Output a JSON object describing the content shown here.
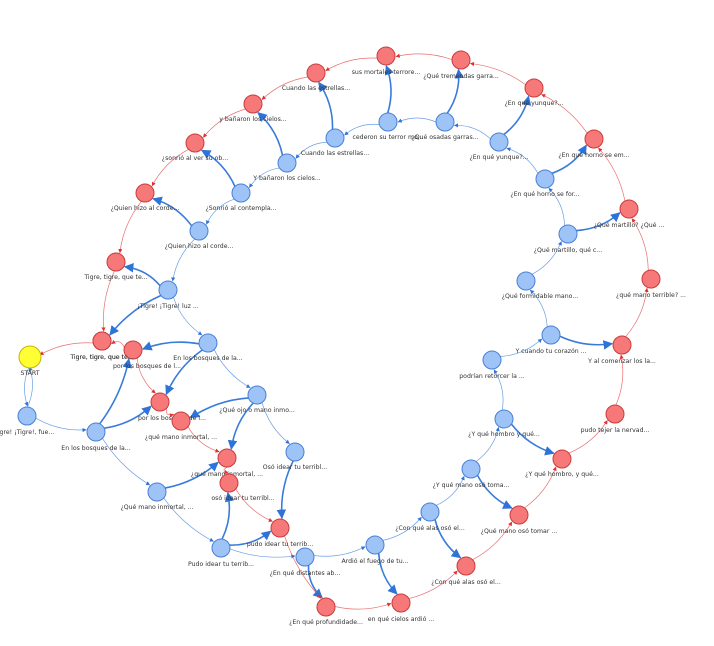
{
  "colors": {
    "blue_fill": "#9ec3f7",
    "blue_stroke": "#4a7fd6",
    "red_fill": "#f77878",
    "red_stroke": "#c83c3c",
    "start_fill": "#ffff33",
    "start_stroke": "#c8b400",
    "blue_edge": "#2e74d8",
    "red_edge": "#e03030"
  },
  "nodes": [
    {
      "id": "start",
      "type": "start",
      "label": "START"
    },
    {
      "id": "b01",
      "type": "blue",
      "label": "¡Tigre! ¡Tigre!, fue..."
    },
    {
      "id": "b02",
      "type": "blue",
      "label": "En los bosques de la..."
    },
    {
      "id": "b03",
      "type": "blue",
      "label": "¿Qué mano inmortal, ..."
    },
    {
      "id": "b04",
      "type": "blue",
      "label": "Pudo idear tu terrib..."
    },
    {
      "id": "b05",
      "type": "blue",
      "label": "¿En qué distantes ab..."
    },
    {
      "id": "b06",
      "type": "blue",
      "label": "Ardió el fuego de tu..."
    },
    {
      "id": "b07",
      "type": "blue",
      "label": "¿Con qué alas osó el..."
    },
    {
      "id": "b08",
      "type": "blue",
      "label": "¿Y qué mano osó toma..."
    },
    {
      "id": "b09",
      "type": "blue",
      "label": "¿Y qué hombro y qué..."
    },
    {
      "id": "b10",
      "type": "blue",
      "label": "podrían retorcer la ..."
    },
    {
      "id": "b11",
      "type": "blue",
      "label": "Y cuando tu corazón ..."
    },
    {
      "id": "b12",
      "type": "blue",
      "label": "¿Qué formidable mano..."
    },
    {
      "id": "b13",
      "type": "blue",
      "label": "¿Qué martillo, qué c..."
    },
    {
      "id": "b14",
      "type": "blue",
      "label": "¿En qué horno se for..."
    },
    {
      "id": "b15",
      "type": "blue",
      "label": "¿En qué yunque?..."
    },
    {
      "id": "b16",
      "type": "blue",
      "label": "¿Qué osadas garras..."
    },
    {
      "id": "b17",
      "type": "blue",
      "label": "cederon su terror mo..."
    },
    {
      "id": "b18",
      "type": "blue",
      "label": "Cuando las estrellas..."
    },
    {
      "id": "b19",
      "type": "blue",
      "label": "Y bañaron los cielos..."
    },
    {
      "id": "b20",
      "type": "blue",
      "label": "¿Sonrió al contempla..."
    },
    {
      "id": "b21",
      "type": "blue",
      "label": "¿Quien hizo al corde..."
    },
    {
      "id": "b22",
      "type": "blue",
      "label": "¡Tigre! ¡Tigre! luz ..."
    },
    {
      "id": "b23",
      "type": "blue",
      "label": "En los bosques de la..."
    },
    {
      "id": "b24",
      "type": "blue",
      "label": "¿Qué ojo o mano inmo..."
    },
    {
      "id": "b25",
      "type": "blue",
      "label": "Osó idear tu terribl..."
    },
    {
      "id": "r01",
      "type": "red",
      "label": "Tigre, tigre, que te..."
    },
    {
      "id": "r02",
      "type": "red",
      "label": "por los bosques de l..."
    },
    {
      "id": "r03",
      "type": "red",
      "label": "por los bosques de l..."
    },
    {
      "id": "r04",
      "type": "red",
      "label": "¿qué mano inmortal, ..."
    },
    {
      "id": "r05",
      "type": "red",
      "label": "¿qué mano inmortal, ..."
    },
    {
      "id": "r06",
      "type": "red",
      "label": "osó idear tu terribl..."
    },
    {
      "id": "r07",
      "type": "red",
      "label": "pudo idear tu terrib..."
    },
    {
      "id": "r08",
      "type": "red",
      "label": "¿En qué profundidade..."
    },
    {
      "id": "r09",
      "type": "red",
      "label": "en qué cielos ardió ..."
    },
    {
      "id": "r10",
      "type": "red",
      "label": "¿Con qué alas osó el..."
    },
    {
      "id": "r11",
      "type": "red",
      "label": "¿Qué mano osó tomar ..."
    },
    {
      "id": "r12",
      "type": "red",
      "label": "¿Y qué hombro, y qué..."
    },
    {
      "id": "r13",
      "type": "red",
      "label": "pudo tejer la nervad..."
    },
    {
      "id": "r14",
      "type": "red",
      "label": "Y al comenzar los la..."
    },
    {
      "id": "r15",
      "type": "red",
      "label": "¿qué mano terrible? ..."
    },
    {
      "id": "r16",
      "type": "red",
      "label": "¿Qué martillo? ¿Qué ..."
    },
    {
      "id": "r17",
      "type": "red",
      "label": "¿En qué horno se em..."
    },
    {
      "id": "r18",
      "type": "red",
      "label": "¿En qué yunque?..."
    },
    {
      "id": "r19",
      "type": "red",
      "label": "¿Qué tremendas garra..."
    },
    {
      "id": "r20",
      "type": "red",
      "label": "sus mortales terrore..."
    },
    {
      "id": "r21",
      "type": "red",
      "label": "Cuando las estrellas..."
    },
    {
      "id": "r22",
      "type": "red",
      "label": "y bañaron los cielos..."
    },
    {
      "id": "r23",
      "type": "red",
      "label": "¿sonrió al ver su ob..."
    },
    {
      "id": "r24",
      "type": "red",
      "label": "¿Quien hizo al corde..."
    },
    {
      "id": "r25",
      "type": "red",
      "label": "Tigre, tigre, que te..."
    },
    {
      "id": "r26",
      "type": "red",
      "label": "Tigre, tigre, que te..."
    }
  ],
  "edges": [
    {
      "from": "start",
      "to": "b01",
      "color": "blue",
      "weight": 1
    },
    {
      "from": "b01",
      "to": "start",
      "color": "blue",
      "weight": 1
    },
    {
      "from": "b01",
      "to": "b02",
      "color": "blue",
      "weight": 1
    },
    {
      "from": "b02",
      "to": "b03",
      "color": "blue",
      "weight": 1
    },
    {
      "from": "b03",
      "to": "b04",
      "color": "blue",
      "weight": 1
    },
    {
      "from": "b04",
      "to": "b05",
      "color": "blue",
      "weight": 1
    },
    {
      "from": "b05",
      "to": "b06",
      "color": "blue",
      "weight": 1
    },
    {
      "from": "b06",
      "to": "b07",
      "color": "blue",
      "weight": 1
    },
    {
      "from": "b07",
      "to": "b08",
      "color": "blue",
      "weight": 1
    },
    {
      "from": "b08",
      "to": "b09",
      "color": "blue",
      "weight": 1
    },
    {
      "from": "b09",
      "to": "b10",
      "color": "blue",
      "weight": 1
    },
    {
      "from": "b10",
      "to": "b11",
      "color": "blue",
      "weight": 1
    },
    {
      "from": "b11",
      "to": "b12",
      "color": "blue",
      "weight": 1
    },
    {
      "from": "b12",
      "to": "b13",
      "color": "blue",
      "weight": 1
    },
    {
      "from": "b13",
      "to": "b14",
      "color": "blue",
      "weight": 1
    },
    {
      "from": "b14",
      "to": "b15",
      "color": "blue",
      "weight": 1
    },
    {
      "from": "b15",
      "to": "b16",
      "color": "blue",
      "weight": 1
    },
    {
      "from": "b16",
      "to": "b17",
      "color": "blue",
      "weight": 1
    },
    {
      "from": "b17",
      "to": "b18",
      "color": "blue",
      "weight": 1
    },
    {
      "from": "b18",
      "to": "b19",
      "color": "blue",
      "weight": 1
    },
    {
      "from": "b19",
      "to": "b20",
      "color": "blue",
      "weight": 1
    },
    {
      "from": "b20",
      "to": "b21",
      "color": "blue",
      "weight": 1
    },
    {
      "from": "b21",
      "to": "b22",
      "color": "blue",
      "weight": 1
    },
    {
      "from": "b22",
      "to": "b23",
      "color": "blue",
      "weight": 1
    },
    {
      "from": "b23",
      "to": "b24",
      "color": "blue",
      "weight": 1
    },
    {
      "from": "b24",
      "to": "b25",
      "color": "blue",
      "weight": 1
    },
    {
      "from": "b25",
      "to": "r07",
      "color": "blue",
      "weight": 2
    },
    {
      "from": "b02",
      "to": "r03",
      "color": "blue",
      "weight": 2
    },
    {
      "from": "b02",
      "to": "r02",
      "color": "blue",
      "weight": 2
    },
    {
      "from": "b03",
      "to": "r05",
      "color": "blue",
      "weight": 2
    },
    {
      "from": "b04",
      "to": "r07",
      "color": "blue",
      "weight": 2
    },
    {
      "from": "b04",
      "to": "r06",
      "color": "blue",
      "weight": 2
    },
    {
      "from": "b05",
      "to": "r08",
      "color": "blue",
      "weight": 2
    },
    {
      "from": "b06",
      "to": "r09",
      "color": "blue",
      "weight": 2
    },
    {
      "from": "b07",
      "to": "r10",
      "color": "blue",
      "weight": 2
    },
    {
      "from": "b08",
      "to": "r11",
      "color": "blue",
      "weight": 2
    },
    {
      "from": "b09",
      "to": "r12",
      "color": "blue",
      "weight": 2
    },
    {
      "from": "b11",
      "to": "r14",
      "color": "blue",
      "weight": 2
    },
    {
      "from": "b13",
      "to": "r16",
      "color": "blue",
      "weight": 2
    },
    {
      "from": "b14",
      "to": "r17",
      "color": "blue",
      "weight": 2
    },
    {
      "from": "b15",
      "to": "r18",
      "color": "blue",
      "weight": 2
    },
    {
      "from": "b16",
      "to": "r19",
      "color": "blue",
      "weight": 2
    },
    {
      "from": "b17",
      "to": "r20",
      "color": "blue",
      "weight": 2
    },
    {
      "from": "b18",
      "to": "r21",
      "color": "blue",
      "weight": 2
    },
    {
      "from": "b19",
      "to": "r22",
      "color": "blue",
      "weight": 2
    },
    {
      "from": "b20",
      "to": "r23",
      "color": "blue",
      "weight": 2
    },
    {
      "from": "b21",
      "to": "r24",
      "color": "blue",
      "weight": 2
    },
    {
      "from": "b22",
      "to": "r25",
      "color": "blue",
      "weight": 2
    },
    {
      "from": "b22",
      "to": "r26",
      "color": "blue",
      "weight": 2
    },
    {
      "from": "b23",
      "to": "r02",
      "color": "blue",
      "weight": 2
    },
    {
      "from": "b23",
      "to": "r03",
      "color": "blue",
      "weight": 2
    },
    {
      "from": "b24",
      "to": "r04",
      "color": "blue",
      "weight": 2
    },
    {
      "from": "b24",
      "to": "r05",
      "color": "blue",
      "weight": 2
    },
    {
      "from": "r01",
      "to": "start",
      "color": "red",
      "weight": 1
    },
    {
      "from": "r02",
      "to": "r01",
      "color": "red",
      "weight": 1
    },
    {
      "from": "r02",
      "to": "r03",
      "color": "red",
      "weight": 1
    },
    {
      "from": "r03",
      "to": "r04",
      "color": "red",
      "weight": 1
    },
    {
      "from": "r04",
      "to": "r05",
      "color": "red",
      "weight": 1
    },
    {
      "from": "r05",
      "to": "r06",
      "color": "red",
      "weight": 1
    },
    {
      "from": "r06",
      "to": "r07",
      "color": "red",
      "weight": 1
    },
    {
      "from": "r07",
      "to": "r08",
      "color": "red",
      "weight": 1
    },
    {
      "from": "r08",
      "to": "r09",
      "color": "red",
      "weight": 1
    },
    {
      "from": "r09",
      "to": "r10",
      "color": "red",
      "weight": 1
    },
    {
      "from": "r10",
      "to": "r11",
      "color": "red",
      "weight": 1
    },
    {
      "from": "r11",
      "to": "r12",
      "color": "red",
      "weight": 1
    },
    {
      "from": "r12",
      "to": "r13",
      "color": "red",
      "weight": 1
    },
    {
      "from": "r13",
      "to": "r14",
      "color": "red",
      "weight": 1
    },
    {
      "from": "r14",
      "to": "r15",
      "color": "red",
      "weight": 1
    },
    {
      "from": "r15",
      "to": "r16",
      "color": "red",
      "weight": 1
    },
    {
      "from": "r16",
      "to": "r17",
      "color": "red",
      "weight": 1
    },
    {
      "from": "r17",
      "to": "r18",
      "color": "red",
      "weight": 1
    },
    {
      "from": "r18",
      "to": "r19",
      "color": "red",
      "weight": 1
    },
    {
      "from": "r19",
      "to": "r20",
      "color": "red",
      "weight": 1
    },
    {
      "from": "r20",
      "to": "r21",
      "color": "red",
      "weight": 1
    },
    {
      "from": "r21",
      "to": "r22",
      "color": "red",
      "weight": 1
    },
    {
      "from": "r22",
      "to": "r23",
      "color": "red",
      "weight": 1
    },
    {
      "from": "r23",
      "to": "r24",
      "color": "red",
      "weight": 1
    },
    {
      "from": "r24",
      "to": "r25",
      "color": "red",
      "weight": 1
    },
    {
      "from": "r25",
      "to": "r26",
      "color": "red",
      "weight": 1
    }
  ]
}
